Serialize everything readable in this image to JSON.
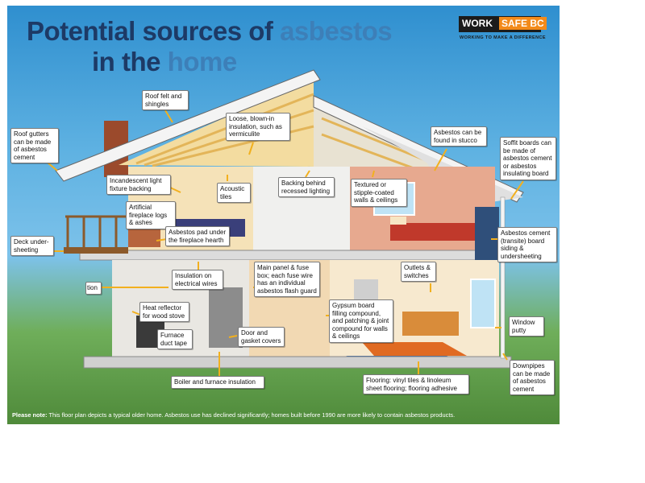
{
  "title": {
    "line1_a": "Potential sources of ",
    "line1_b": "asbestos",
    "line2_a": "in the ",
    "line2_b": "home"
  },
  "logo": {
    "word1": "WORK",
    "word2": "SAFE BC",
    "tagline": "WORKING TO MAKE A DIFFERENCE"
  },
  "labels": {
    "roof_felt": "Roof felt and shingles",
    "loose_insulation": "Loose, blown-in insulation, such as vermiculite",
    "roof_gutters": "Roof gutters can be made of asbestos cement",
    "stucco": "Asbestos can be found in stucco",
    "soffit": "Soffit boards can be made of asbestos cement or asbestos insulating board",
    "light_fixture": "Incandescent light fixture backing",
    "acoustic_tiles": "Acoustic tiles",
    "recessed_lighting": "Backing behind recessed lighting",
    "textured_walls": "Textured or stipple-coated walls & ceilings",
    "fireplace_logs": "Artificial fireplace logs & ashes",
    "hearth_pad": "Asbestos pad under the fireplace hearth",
    "deck": "Deck under-sheeting",
    "transite": "Asbestos cement (transite) board siding & undersheeting",
    "main_panel": "Main panel & fuse box; each fuse wire has an individual asbestos flash guard",
    "outlets": "Outlets & switches",
    "insulation_partial": "tion",
    "wiring": "Insulation on electrical wires",
    "heat_reflector": "Heat reflector for wood stove",
    "gypsum": "Gypsum board filling compound, and patching & joint compound for walls & ceilings",
    "window_putty": "Window putty",
    "furnace_tape": "Furnace duct tape",
    "door_gaskets": "Door and gasket covers",
    "downpipes": "Downpipes can be made of asbestos cement",
    "boiler": "Boiler and furnace insulation",
    "flooring": "Flooring: vinyl tiles & linoleum sheet flooring; flooring adhesive"
  },
  "note": {
    "lead": "Please note:",
    "text": " This floor plan depicts a typical older home. Asbestos use has declined significantly; homes built before 1990 are more likely to contain asbestos products."
  },
  "colors": {
    "title": "#1d3a66",
    "title_highlight": "#3d7fb8",
    "sky": "#5fb2e2",
    "grass": "#5c9a45",
    "arrow": "#f2b01e",
    "logo_orange": "#f28a1a"
  }
}
